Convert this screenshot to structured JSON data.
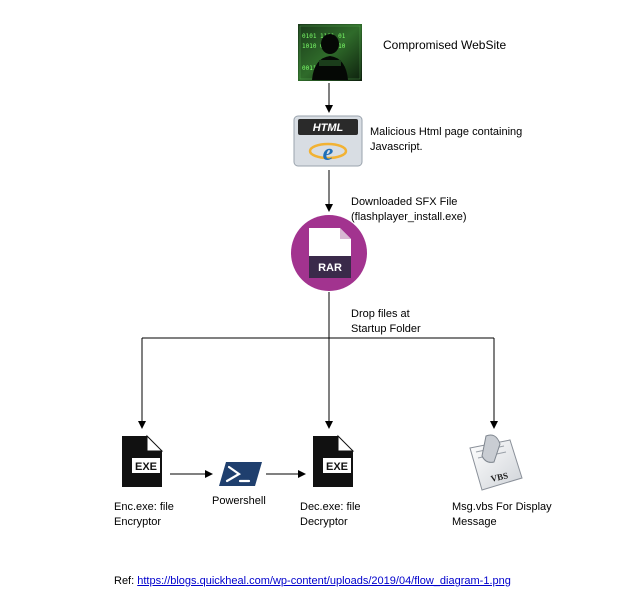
{
  "nodes": {
    "website": {
      "label": "Compromised WebSite",
      "icon": "hacker-website-icon"
    },
    "html_page": {
      "label_line1": "Malicious Html page containing",
      "label_line2": "Javascript.",
      "icon": "html-ie-icon",
      "icon_text": "HTML"
    },
    "sfx": {
      "label_line1": "Downloaded SFX File",
      "label_line2": "(flashplayer_install.exe)",
      "icon": "rar-archive-icon",
      "icon_text": "RAR"
    },
    "drop": {
      "label_line1": "Drop files at",
      "label_line2": "Startup Folder"
    },
    "encryptor": {
      "label_line1": "Enc.exe: file",
      "label_line2": "Encryptor",
      "icon": "exe-file-icon",
      "icon_text": "EXE"
    },
    "powershell": {
      "label": "Powershell",
      "icon": "powershell-icon"
    },
    "decryptor": {
      "label_line1": "Dec.exe: file",
      "label_line2": "Decryptor",
      "icon": "exe-file-icon",
      "icon_text": "EXE"
    },
    "msg": {
      "label_line1": "Msg.vbs For Display",
      "label_line2": "Message",
      "icon": "vbs-script-icon",
      "icon_text": "VBS"
    }
  },
  "reference": {
    "prefix": "Ref: ",
    "link": "https://blogs.quickheal.com/wp-content/uploads/2019/04/flow_diagram-1.png"
  },
  "colors": {
    "rar_circle": "#a2338f",
    "exe_black": "#111111",
    "powershell_blue": "#1f3f6e",
    "html_blue": "#1e6fb8",
    "link": "#0000cc"
  }
}
